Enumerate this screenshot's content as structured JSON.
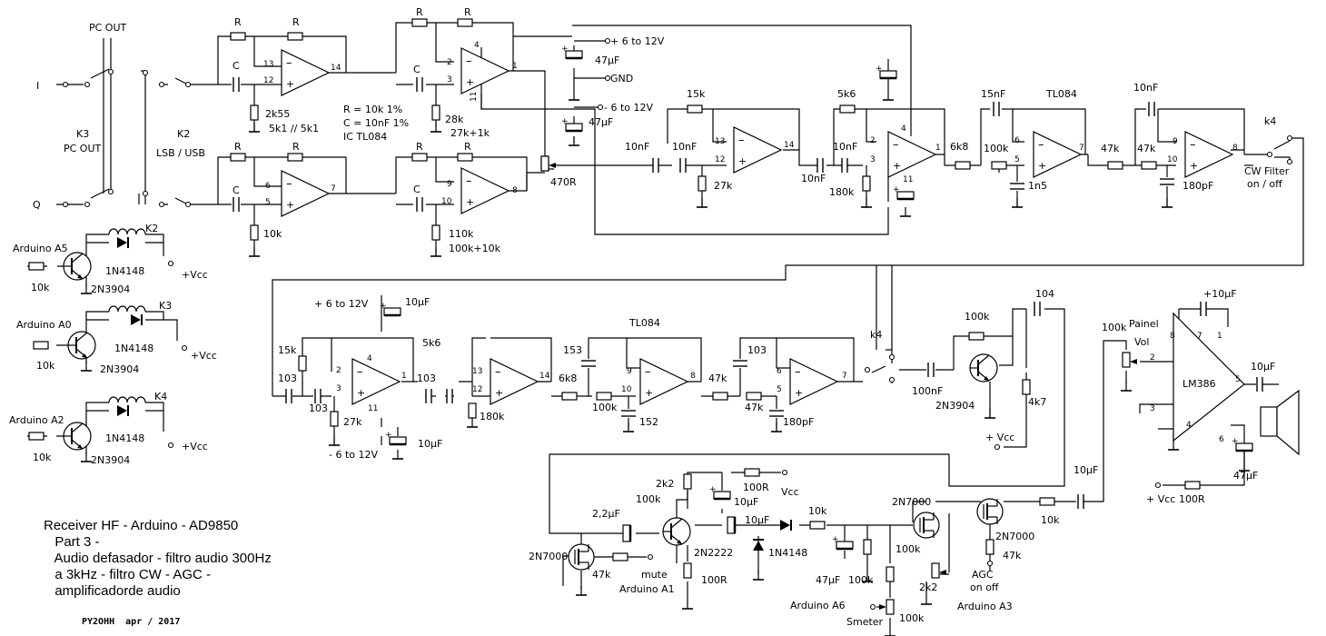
{
  "schematic": {
    "title_lines": [
      "Receiver HF - Arduino - AD9850",
      "  Part 3 -",
      "  Audio defasador - filtro audio 300Hz",
      "  a 3kHz - filtro CW - AGC -",
      "  amplificadorde audio"
    ],
    "author": "PY2OHH  apr / 2017",
    "labels": [
      {
        "k": "pc-out",
        "text": "PC OUT"
      },
      {
        "k": "i-input",
        "text": "I"
      },
      {
        "k": "q-input",
        "text": "Q"
      },
      {
        "k": "k3-name",
        "text": "K3"
      },
      {
        "k": "k3-pcout",
        "text": "PC OUT"
      },
      {
        "k": "k2-name",
        "text": "K2"
      },
      {
        "k": "k2-mode",
        "text": "LSB / USB"
      },
      {
        "k": "r-a",
        "text": "R"
      },
      {
        "k": "r-b",
        "text": "R"
      },
      {
        "k": "c-a",
        "text": "C"
      },
      {
        "k": "pin13-a",
        "text": "13"
      },
      {
        "k": "pin12-a",
        "text": "12"
      },
      {
        "k": "pin14-a",
        "text": "14"
      },
      {
        "k": "r-2k55",
        "text": "2k55"
      },
      {
        "k": "r-5k1",
        "text": "5k1 // 5k1"
      },
      {
        "k": "r-c",
        "text": "R"
      },
      {
        "k": "r-d",
        "text": "R"
      },
      {
        "k": "c-b",
        "text": "C"
      },
      {
        "k": "pin2-a",
        "text": "2"
      },
      {
        "k": "pin3-a",
        "text": "3"
      },
      {
        "k": "pin1-a",
        "text": "1"
      },
      {
        "k": "pin4-a",
        "text": "4"
      },
      {
        "k": "pin11-a",
        "text": "11"
      },
      {
        "k": "r-28k",
        "text": "28k"
      },
      {
        "k": "r-27k1k",
        "text": "27k+1k"
      },
      {
        "k": "note-r",
        "text": "R = 10k 1%"
      },
      {
        "k": "note-c",
        "text": "C = 10nF 1%"
      },
      {
        "k": "note-ic",
        "text": "IC TL084"
      },
      {
        "k": "r-e",
        "text": "R"
      },
      {
        "k": "r-f",
        "text": "R"
      },
      {
        "k": "c-c",
        "text": "C"
      },
      {
        "k": "pin6-a",
        "text": "6"
      },
      {
        "k": "pin5-a",
        "text": "5"
      },
      {
        "k": "pin7-a",
        "text": "7"
      },
      {
        "k": "r-10k-a",
        "text": "10k"
      },
      {
        "k": "r-g",
        "text": "R"
      },
      {
        "k": "r-h",
        "text": "R"
      },
      {
        "k": "c-d",
        "text": "C"
      },
      {
        "k": "pin9-a",
        "text": "9"
      },
      {
        "k": "pin10-a",
        "text": "10"
      },
      {
        "k": "pin8-a",
        "text": "8"
      },
      {
        "k": "r-110k",
        "text": "110k"
      },
      {
        "k": "r-100k10k",
        "text": "100k+10k"
      },
      {
        "k": "pot-470r",
        "text": "470R"
      },
      {
        "k": "sup-pos-1",
        "text": "+ 6 to 12V"
      },
      {
        "k": "cap-47u-1",
        "text": "47µF"
      },
      {
        "k": "gnd",
        "text": "GND"
      },
      {
        "k": "sup-neg-1",
        "text": "- 6 to 12V"
      },
      {
        "k": "cap-47u-2",
        "text": "47µF"
      },
      {
        "k": "c-10n-1",
        "text": "10nF"
      },
      {
        "k": "c-10n-2",
        "text": "10nF"
      },
      {
        "k": "r-15k-1",
        "text": "15k"
      },
      {
        "k": "pin13-b",
        "text": "13"
      },
      {
        "k": "pin12-b",
        "text": "12"
      },
      {
        "k": "pin14-b",
        "text": "14"
      },
      {
        "k": "r-27k-1",
        "text": "27k"
      },
      {
        "k": "c-10n-3",
        "text": "10nF"
      },
      {
        "k": "c-10n-4",
        "text": "10nF"
      },
      {
        "k": "r-5k6-1",
        "text": "5k6"
      },
      {
        "k": "pin2-b",
        "text": "2"
      },
      {
        "k": "pin3-b",
        "text": "3"
      },
      {
        "k": "pin1-b",
        "text": "1"
      },
      {
        "k": "pin4-b",
        "text": "4"
      },
      {
        "k": "pin11-b",
        "text": "11"
      },
      {
        "k": "r-180k-1",
        "text": "180k"
      },
      {
        "k": "r-6k8-1",
        "text": "6k8"
      },
      {
        "k": "c-15n",
        "text": "15nF"
      },
      {
        "k": "ic-tl084-1",
        "text": "TL084"
      },
      {
        "k": "r-100k-1",
        "text": "100k"
      },
      {
        "k": "pin6-b",
        "text": "6"
      },
      {
        "k": "pin5-b",
        "text": "5"
      },
      {
        "k": "pin7-b",
        "text": "7"
      },
      {
        "k": "c-1n5",
        "text": "1n5"
      },
      {
        "k": "r-47k-1",
        "text": "47k"
      },
      {
        "k": "c-10n-5",
        "text": "10nF"
      },
      {
        "k": "r-47k-2",
        "text": "47k"
      },
      {
        "k": "pin9-b",
        "text": "9"
      },
      {
        "k": "pin10-b",
        "text": "10"
      },
      {
        "k": "pin8-b",
        "text": "8"
      },
      {
        "k": "c-180p-1",
        "text": "180pF"
      },
      {
        "k": "k4-a",
        "text": "k4"
      },
      {
        "k": "cw-filter",
        "text": "CW Filter"
      },
      {
        "k": "cw-onoff",
        "text": "on / off"
      },
      {
        "k": "sup-pos-2",
        "text": "+ 6 to 12V"
      },
      {
        "k": "cap-10u-1",
        "text": "10µF"
      },
      {
        "k": "r-15k-2",
        "text": "15k"
      },
      {
        "k": "pin2-c",
        "text": "2"
      },
      {
        "k": "pin3-c",
        "text": "3"
      },
      {
        "k": "pin1-c",
        "text": "1"
      },
      {
        "k": "pin4-c",
        "text": "4"
      },
      {
        "k": "pin11-c",
        "text": "11"
      },
      {
        "k": "c-103-1",
        "text": "103"
      },
      {
        "k": "c-103-2",
        "text": "103"
      },
      {
        "k": "r-27k-2",
        "text": "27k"
      },
      {
        "k": "sup-neg-2",
        "text": "- 6 to 12V"
      },
      {
        "k": "cap-10u-2",
        "text": "10µF"
      },
      {
        "k": "r-5k6-2",
        "text": "5k6"
      },
      {
        "k": "c-103-3",
        "text": "103"
      },
      {
        "k": "pin13-c",
        "text": "13"
      },
      {
        "k": "pin12-c",
        "text": "12"
      },
      {
        "k": "pin14-c",
        "text": "14"
      },
      {
        "k": "r-180k-2",
        "text": "180k"
      },
      {
        "k": "r-6k8-2",
        "text": "6k8"
      },
      {
        "k": "ic-tl084-2",
        "text": "TL084"
      },
      {
        "k": "c-153",
        "text": "153"
      },
      {
        "k": "r-100k-2",
        "text": "100k"
      },
      {
        "k": "pin9-c",
        "text": "9"
      },
      {
        "k": "pin10-c",
        "text": "10"
      },
      {
        "k": "pin8-c",
        "text": "8"
      },
      {
        "k": "c-152",
        "text": "152"
      },
      {
        "k": "r-47k-3",
        "text": "47k"
      },
      {
        "k": "c-103-4",
        "text": "103"
      },
      {
        "k": "r-47k-4",
        "text": "47k"
      },
      {
        "k": "pin6-c",
        "text": "6"
      },
      {
        "k": "pin5-c",
        "text": "5"
      },
      {
        "k": "pin7-c",
        "text": "7"
      },
      {
        "k": "c-180p-2",
        "text": "180pF"
      },
      {
        "k": "k4-b",
        "text": "k4"
      },
      {
        "k": "c-100n",
        "text": "100nF"
      },
      {
        "k": "r-100k-3",
        "text": "100k"
      },
      {
        "k": "c-104",
        "text": "104"
      },
      {
        "k": "q-2n3904-a",
        "text": "2N3904"
      },
      {
        "k": "r-4k7",
        "text": "4k7"
      },
      {
        "k": "vcc-1",
        "text": "+ Vcc"
      },
      {
        "k": "pot-100k-vol",
        "text": "100k"
      },
      {
        "k": "painel",
        "text": "Painel"
      },
      {
        "k": "vol",
        "text": "Vol"
      },
      {
        "k": "pin2-d",
        "text": "2"
      },
      {
        "k": "pin3-d",
        "text": "3"
      },
      {
        "k": "pin4-d",
        "text": "4"
      },
      {
        "k": "pin8-d",
        "text": "8"
      },
      {
        "k": "pin7-d",
        "text": "7"
      },
      {
        "k": "pin1-d",
        "text": "1"
      },
      {
        "k": "pin5-d",
        "text": "5"
      },
      {
        "k": "pin6-d",
        "text": "6"
      },
      {
        "k": "lm386",
        "text": "LM386"
      },
      {
        "k": "cap-10u-3",
        "text": "+10µF"
      },
      {
        "k": "cap-10u-4",
        "text": "10µF"
      },
      {
        "k": "cap-47u-3",
        "text": "47µF"
      },
      {
        "k": "vcc-2",
        "text": "+ Vcc"
      },
      {
        "k": "r-100r-1",
        "text": "100R"
      },
      {
        "k": "arduino-a5",
        "text": "Arduino A5"
      },
      {
        "k": "r-10k-a5",
        "text": "10k"
      },
      {
        "k": "q-a5",
        "text": "2N3904"
      },
      {
        "k": "d-a5",
        "text": "1N4148"
      },
      {
        "k": "k2-coil",
        "text": "K2"
      },
      {
        "k": "vcc-a5",
        "text": "+Vcc"
      },
      {
        "k": "arduino-a0",
        "text": "Arduino A0"
      },
      {
        "k": "r-10k-a0",
        "text": "10k"
      },
      {
        "k": "q-a0",
        "text": "2N3904"
      },
      {
        "k": "d-a0",
        "text": "1N4148"
      },
      {
        "k": "k3-coil",
        "text": "K3"
      },
      {
        "k": "vcc-a0",
        "text": "+Vcc"
      },
      {
        "k": "arduino-a2",
        "text": "Arduino A2"
      },
      {
        "k": "r-10k-a2",
        "text": "10k"
      },
      {
        "k": "q-a2",
        "text": "2N3904"
      },
      {
        "k": "d-a2",
        "text": "1N4148"
      },
      {
        "k": "k4-coil",
        "text": "K4"
      },
      {
        "k": "vcc-a2",
        "text": "+Vcc"
      },
      {
        "k": "r-2k2-a",
        "text": "2k2"
      },
      {
        "k": "r-100r-2",
        "text": "100R"
      },
      {
        "k": "vcc-3",
        "text": "Vcc"
      },
      {
        "k": "cap-10u-5",
        "text": "10µF"
      },
      {
        "k": "cap-2u2",
        "text": "2,2µF"
      },
      {
        "k": "r-100k-4",
        "text": "100k"
      },
      {
        "k": "cap-10u-6",
        "text": "10µF"
      },
      {
        "k": "q-2n7000-a",
        "text": "2N7000"
      },
      {
        "k": "q-2n2222",
        "text": "2N2222"
      },
      {
        "k": "d-1n4148",
        "text": "1N4148"
      },
      {
        "k": "r-47k-5",
        "text": "47k"
      },
      {
        "k": "mute",
        "text": "mute"
      },
      {
        "k": "arduino-a1",
        "text": "Arduino A1"
      },
      {
        "k": "r-100r-3",
        "text": "100R"
      },
      {
        "k": "r-10k-b",
        "text": "10k"
      },
      {
        "k": "cap-47u-4",
        "text": "47µF"
      },
      {
        "k": "r-100k-5",
        "text": "100k"
      },
      {
        "k": "r-100k-6",
        "text": "100k"
      },
      {
        "k": "arduino-a6",
        "text": "Arduino A6"
      },
      {
        "k": "smeter",
        "text": "Smeter"
      },
      {
        "k": "r-100k-7",
        "text": "100k"
      },
      {
        "k": "q-2n7000-b",
        "text": "2N7000"
      },
      {
        "k": "q-2n7000-c",
        "text": "2N7000"
      },
      {
        "k": "r-2k2-b",
        "text": "2k2"
      },
      {
        "k": "r-47k-6",
        "text": "47k"
      },
      {
        "k": "agc",
        "text": "AGC"
      },
      {
        "k": "agc-onoff",
        "text": "on off"
      },
      {
        "k": "arduino-a3",
        "text": "Arduino A3"
      },
      {
        "k": "cap-10u-7",
        "text": "10µF"
      },
      {
        "k": "r-10k-c",
        "text": "10k"
      }
    ]
  }
}
